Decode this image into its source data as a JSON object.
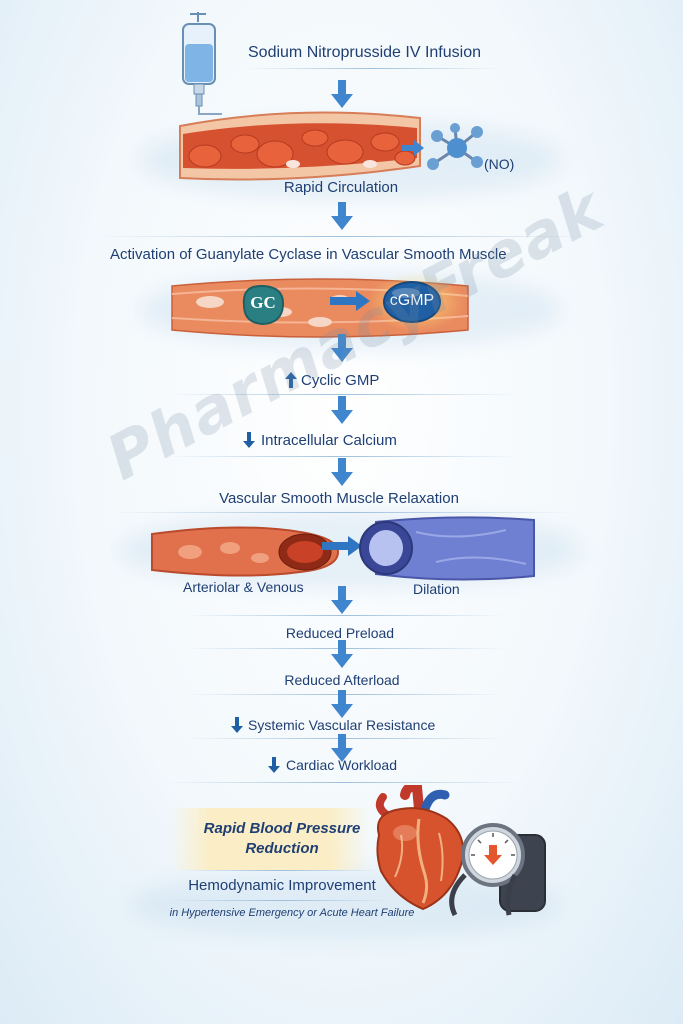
{
  "title": "Sodium Nitroprusside IV Infusion",
  "rapid_circulation": "Rapid Circulation",
  "no_label": "(NO)",
  "activation": "Activation of Guanylate Cyclase in Vascular Smooth Muscle",
  "gc_label": "GC",
  "cgmp_label": "cGMP",
  "cyclic_gmp": "Cyclic GMP",
  "intracellular_calcium": "Intracellular Calcium",
  "relaxation": "Vascular Smooth Muscle Relaxation",
  "arteriolar_venous": "Arteriolar & Venous",
  "dilation": "Dilation",
  "reduced_preload": "Reduced Preload",
  "reduced_afterload": "Reduced Afterload",
  "svr": "Systemic Vascular Resistance",
  "cardiac_workload": "Cardiac Workload",
  "bp_reduction_line1": "Rapid Blood Pressure",
  "bp_reduction_line2": "Reduction",
  "hemodynamic": "Hemodynamic Improvement",
  "indication": "in Hypertensive Emergency or Acute Heart Failure",
  "watermark": "PharmacyFreak",
  "colors": {
    "arrow": "#3f86cf",
    "text": "#1f3f73",
    "vessel": "#d9553a",
    "dilated": "#5f6fcb"
  }
}
